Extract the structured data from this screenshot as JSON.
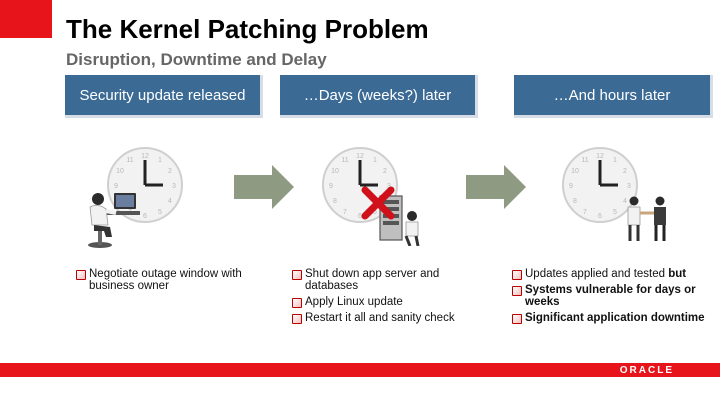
{
  "slide": {
    "title": "The Kernel Patching Problem",
    "subtitle": "Disruption, Downtime and Delay"
  },
  "columns": [
    {
      "header": "Security update released",
      "bullets": [
        {
          "text": "Negotiate outage window with business owner"
        }
      ]
    },
    {
      "header": "…Days (weeks?) later",
      "bullets": [
        {
          "text": "Shut down app server and databases"
        },
        {
          "text": "Apply Linux update"
        },
        {
          "text": "Restart it all and sanity check"
        }
      ]
    },
    {
      "header": "…And hours later",
      "bullets": [
        {
          "text": "Updates applied and tested",
          "bold_suffix": " but"
        },
        {
          "text": "Systems vulnerable for days or weeks",
          "bold": true
        },
        {
          "text": "Significant application downtime",
          "bold": true
        }
      ]
    }
  ],
  "footer": {
    "logo": "ORACLE"
  },
  "colors": {
    "accent_red": "#e8141c",
    "header_blue": "#3b6a95",
    "arrow_gray": "#8f9a83"
  },
  "icons": [
    "clock-icon",
    "arrow-right-icon",
    "person-at-computer-icon",
    "red-x-icon",
    "server-rack-icon",
    "handshake-icon",
    "checkbox-bullet-icon"
  ]
}
